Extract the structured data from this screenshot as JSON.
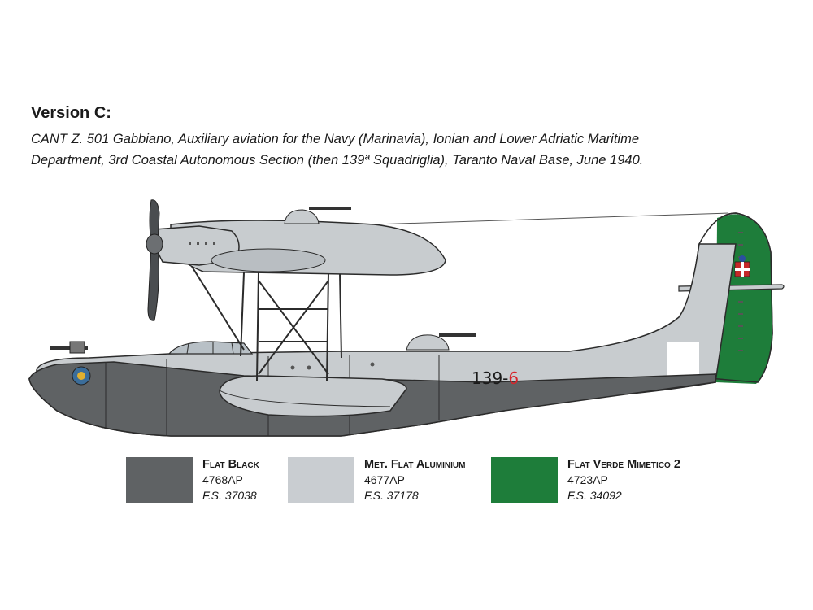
{
  "header": {
    "title": "Version C:",
    "description_line1": "CANT Z. 501 Gabbiano, Auxiliary aviation for the Navy (Marinavia), Ionian and Lower Adriatic Maritime",
    "description_line2": "Department, 3rd Coastal Autonomous Section (then 139ª Squadriglia), Taranto Naval Base, June 1940."
  },
  "aircraft": {
    "code_black": "139-",
    "code_red": "6",
    "colors": {
      "hull_dark": "#5f6264",
      "aluminium": "#c8cccf",
      "green": "#1e7d3a",
      "code_red": "#d6252b",
      "outline": "#2b2b2b"
    }
  },
  "colors_legend": [
    {
      "name": "Flat Black",
      "code": "4768AP",
      "fs": "F.S. 37038",
      "hex": "#5f6264"
    },
    {
      "name": "Met. Flat Aluminium",
      "code": "4677AP",
      "fs": "F.S. 37178",
      "hex": "#c9cdd1"
    },
    {
      "name": "Flat Verde Mimetico 2",
      "code": "4723AP",
      "fs": "F.S. 34092",
      "hex": "#1e7d3a"
    }
  ]
}
